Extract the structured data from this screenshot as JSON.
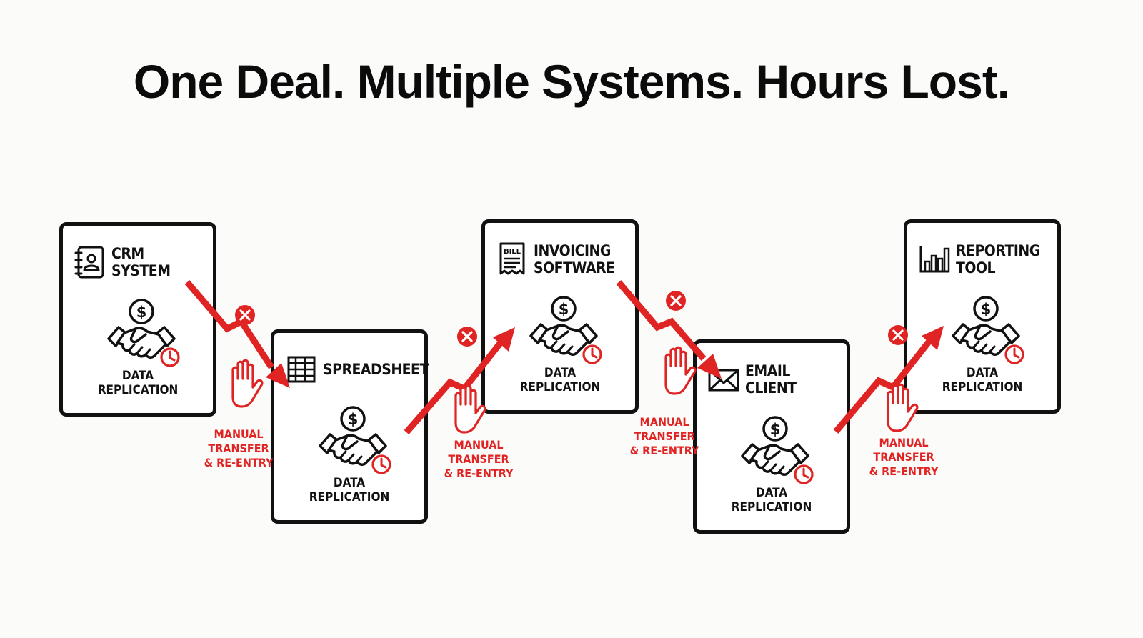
{
  "title": "One Deal. Multiple Systems. Hours Lost.",
  "colors": {
    "accent": "#e02424",
    "ink": "#111111",
    "card_bg": "#ffffff"
  },
  "systems": [
    {
      "name": "CRM SYSTEM",
      "icon": "contact-book-icon",
      "caption": "DATA\nREPLICATION"
    },
    {
      "name": "SPREADSHEET",
      "icon": "spreadsheet-grid-icon",
      "caption": "DATA\nREPLICATION"
    },
    {
      "name": "INVOICING\nSOFTWARE",
      "icon": "bill-receipt-icon",
      "bill_text": "BILL",
      "caption": "DATA\nREPLICATION"
    },
    {
      "name": "EMAIL\nCLIENT",
      "icon": "envelope-icon",
      "caption": "DATA\nREPLICATION"
    },
    {
      "name": "REPORTING\nTOOL",
      "icon": "bar-chart-icon",
      "caption": "DATA\nREPLICATION"
    }
  ],
  "card_icons": [
    "handshake-icon",
    "dollar-coin-icon",
    "clock-icon"
  ],
  "transfers": [
    {
      "label": "MANUAL\nTRANSFER\n& RE-ENTRY",
      "icons": [
        "error-x-icon",
        "raised-hand-icon",
        "zigzag-arrow-icon"
      ]
    },
    {
      "label": "MANUAL\nTRANSFER\n& RE-ENTRY",
      "icons": [
        "error-x-icon",
        "raised-hand-icon",
        "zigzag-arrow-icon"
      ]
    },
    {
      "label": "MANUAL\nTRANSFER\n& RE-ENTRY",
      "icons": [
        "error-x-icon",
        "raised-hand-icon",
        "zigzag-arrow-icon"
      ]
    },
    {
      "label": "MANUAL\nTRANSFER\n& RE-ENTRY",
      "icons": [
        "error-x-icon",
        "raised-hand-icon",
        "zigzag-arrow-icon"
      ]
    }
  ]
}
